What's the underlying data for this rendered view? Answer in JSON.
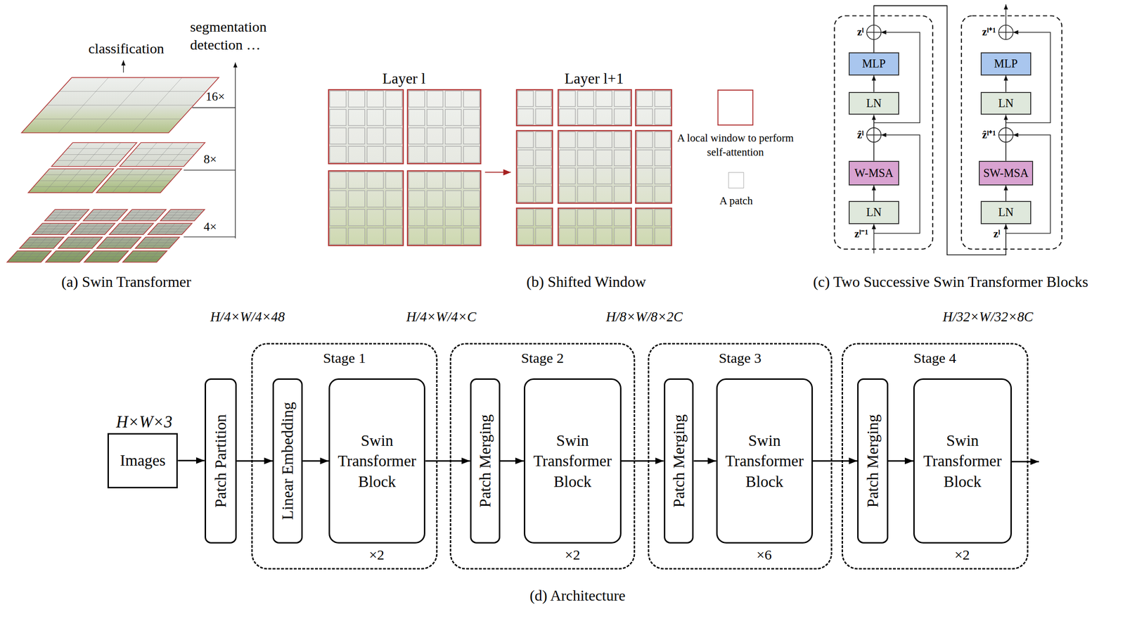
{
  "diagram": {
    "nodes": [
      {
        "text": [
          "MLP"
        ]
      },
      {
        "text": [
          "LN"
        ]
      },
      {
        "text": [
          "W-MSA"
        ]
      },
      {
        "text": [
          "LN"
        ]
      },
      {
        "text": [
          "MLP"
        ]
      },
      {
        "text": [
          "LN"
        ]
      },
      {
        "text": [
          "SW-MSA"
        ]
      },
      {
        "text": [
          "LN"
        ]
      },
      {
        "text": [
          "Images"
        ]
      },
      {
        "text": [
          "Patch Partition"
        ]
      },
      {
        "text": [
          "Stage 1"
        ]
      },
      {
        "text": [
          "Linear Embedding"
        ],
        "in": 10
      },
      {
        "text": [
          "Swin Transformer Block"
        ],
        "in": 10
      },
      {
        "text": [
          "Stage 2"
        ]
      },
      {
        "text": [
          "Patch Merging"
        ],
        "in": 13
      },
      {
        "text": [
          "Swin Transformer Block"
        ],
        "in": 13
      },
      {
        "text": [
          "Stage 3"
        ]
      },
      {
        "text": [
          "Patch Merging"
        ],
        "in": 16
      },
      {
        "text": [
          "Swin Transformer Block"
        ],
        "in": 16
      },
      {
        "text": [
          "Stage 4"
        ]
      },
      {
        "text": [
          "Patch Merging"
        ],
        "in": 19
      },
      {
        "text": [
          "Swin Transformer Block"
        ],
        "in": 19
      }
    ],
    "edges": [
      {
        "from": 3,
        "to": 2,
        "arrow": "to"
      },
      {
        "from": 2,
        "to": 1,
        "arrow": "to"
      },
      {
        "from": 1,
        "to": 0,
        "arrow": "to"
      },
      {
        "from": 0,
        "to": 7,
        "arrow": "to"
      },
      {
        "from": 7,
        "to": 6,
        "arrow": "to"
      },
      {
        "from": 6,
        "to": 5,
        "arrow": "to"
      },
      {
        "from": 5,
        "to": 4,
        "arrow": "to"
      },
      {
        "from": 8,
        "to": 9,
        "arrow": "to"
      },
      {
        "from": 9,
        "to": 11,
        "arrow": "to"
      },
      {
        "from": 11,
        "to": 12,
        "arrow": "to"
      },
      {
        "from": 12,
        "to": 14,
        "arrow": "to"
      },
      {
        "from": 14,
        "to": 15,
        "arrow": "to"
      },
      {
        "from": 15,
        "to": 17,
        "arrow": "to"
      },
      {
        "from": 17,
        "to": 18,
        "arrow": "to"
      },
      {
        "from": 18,
        "to": 20,
        "arrow": "to"
      },
      {
        "from": 20,
        "to": 21,
        "arrow": "to"
      }
    ],
    "labels": [
      "classification",
      "segmentation detection …",
      "16×",
      "8×",
      "4×",
      "(a) Swin Transformer",
      "Layer l",
      "Layer l+1",
      "(b) Shifted Window",
      "zˡ",
      "ẑˡ",
      "zˡ⁻¹",
      "zˡ⁺¹",
      "ẑˡ⁺¹",
      "zˡ",
      "(c) Two Successive Swin Transformer Blocks",
      "H×W×3",
      "H/4×W/4×48",
      "H/4×W/4×C",
      "H/8×W/8×2C",
      "H/32×W/32×8C",
      "×2",
      "×2",
      "×6",
      "×2",
      "(d) Architecture"
    ],
    "legend": [
      {
        "text": "A local window to perform self-attention"
      },
      {
        "text": "A patch"
      }
    ]
  }
}
